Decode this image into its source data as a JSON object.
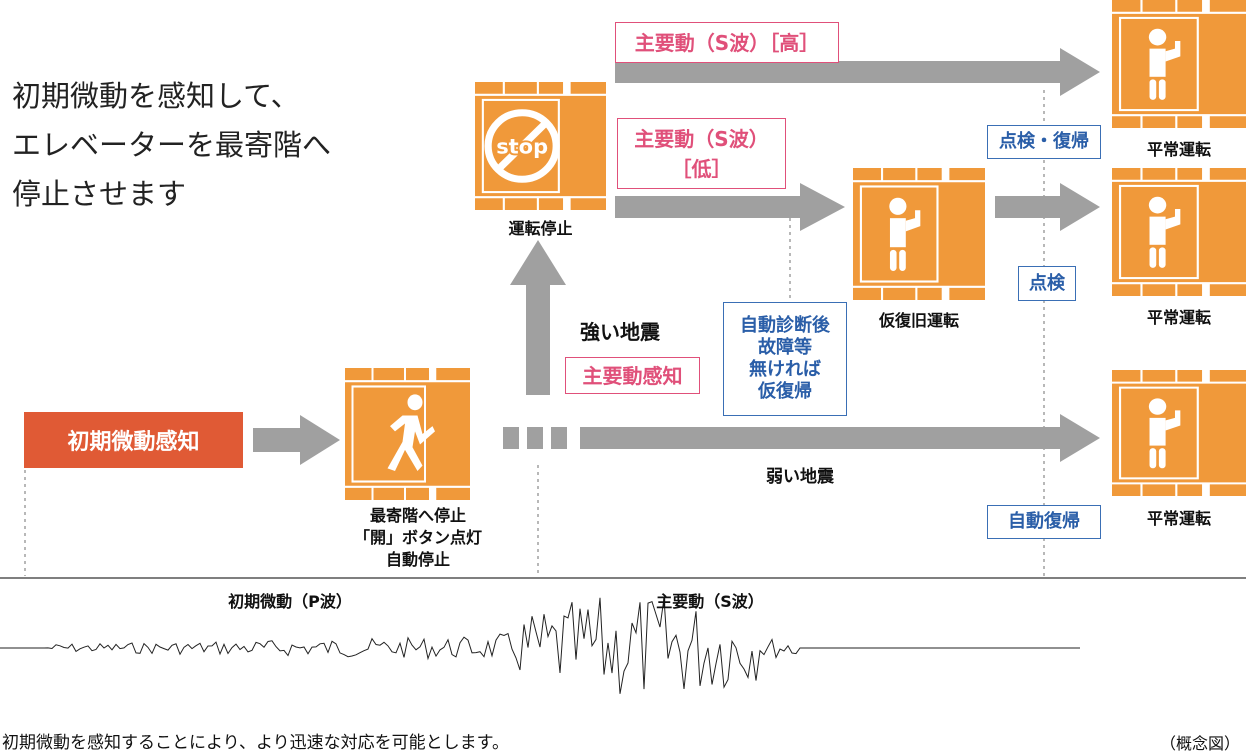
{
  "headline": [
    "初期微動を感知して、",
    "エレベーターを最寄階へ",
    "停止させます"
  ],
  "trigger": "初期微動感知",
  "nearest_floor_stop": [
    "最寄階へ停止",
    "「開」ボタン点灯",
    "自動停止"
  ],
  "strong_quake": "強い地震",
  "main_motion_detect": "主要動感知",
  "weak_quake": "弱い地震",
  "stop_icon_text": "stop",
  "stop_label": "運転停止",
  "s_wave_high": "主要動（S波）［高］",
  "s_wave_low": [
    "主要動（S波）",
    "［低］"
  ],
  "temp_recovery_label": "仮復旧運転",
  "auto_diagnosis": [
    "自動診断後",
    "故障等",
    "無ければ",
    "仮復帰"
  ],
  "inspect_restore": "点検・復帰",
  "inspect": "点検",
  "auto_restore": "自動復帰",
  "normal_operation": "平常運転",
  "p_wave": "初期微動（P波）",
  "s_wave": "主要動（S波）",
  "footer": "初期微動を感知することにより、より迅速な対応を可能とします。",
  "concept_note": "（概念図）",
  "colors": {
    "orange": "#f0993a",
    "red": "#e05a35",
    "pink": "#e0507a",
    "blue": "#3a6fb5",
    "gray": "#a0a0a0"
  }
}
